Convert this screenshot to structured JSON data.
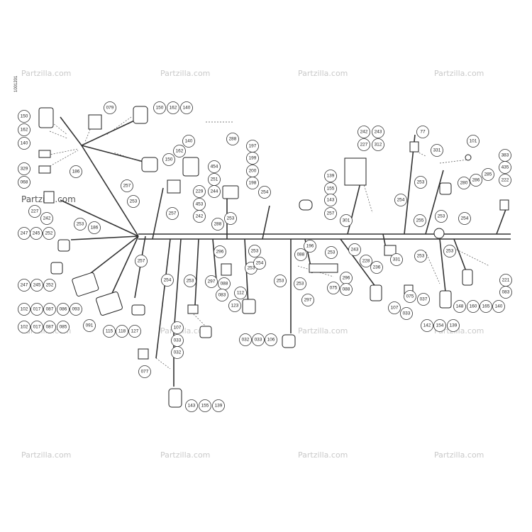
{
  "watermark": "Partzilla.com",
  "drawing_number": "1001201",
  "callouts": [
    {
      "id": "c1",
      "t": "150"
    },
    {
      "id": "c2",
      "t": "162"
    },
    {
      "id": "c3",
      "t": "140"
    },
    {
      "id": "c4",
      "t": "079"
    },
    {
      "id": "c5",
      "t": "150"
    },
    {
      "id": "c6",
      "t": "162"
    },
    {
      "id": "c7",
      "t": "140"
    },
    {
      "id": "c8",
      "t": "288"
    },
    {
      "id": "c9",
      "t": "242"
    },
    {
      "id": "c10",
      "t": "243"
    },
    {
      "id": "c11",
      "t": "227"
    },
    {
      "id": "c12",
      "t": "312"
    },
    {
      "id": "c13",
      "t": "77"
    },
    {
      "id": "c14",
      "t": "101"
    },
    {
      "id": "c15",
      "t": "331"
    },
    {
      "id": "c16",
      "t": "140"
    },
    {
      "id": "c17",
      "t": "162"
    },
    {
      "id": "c18",
      "t": "150"
    },
    {
      "id": "c19",
      "t": "329"
    },
    {
      "id": "c20",
      "t": "068"
    },
    {
      "id": "c21",
      "t": "186"
    },
    {
      "id": "c22",
      "t": "197"
    },
    {
      "id": "c23",
      "t": "199"
    },
    {
      "id": "c24",
      "t": "200"
    },
    {
      "id": "c25",
      "t": "198"
    },
    {
      "id": "c26",
      "t": "454"
    },
    {
      "id": "c27",
      "t": "251"
    },
    {
      "id": "c28",
      "t": "244"
    },
    {
      "id": "c29",
      "t": "139"
    },
    {
      "id": "c30",
      "t": "155"
    },
    {
      "id": "c31",
      "t": "143"
    },
    {
      "id": "c32",
      "t": "383"
    },
    {
      "id": "c33",
      "t": "435"
    },
    {
      "id": "c34",
      "t": "222"
    },
    {
      "id": "c35",
      "t": "285"
    },
    {
      "id": "c36",
      "t": "286"
    },
    {
      "id": "c37",
      "t": "280"
    },
    {
      "id": "c38",
      "t": "257"
    },
    {
      "id": "c39",
      "t": "253"
    },
    {
      "id": "c40",
      "t": "229"
    },
    {
      "id": "c41",
      "t": "453"
    },
    {
      "id": "c42",
      "t": "242"
    },
    {
      "id": "c43",
      "t": "254"
    },
    {
      "id": "c44",
      "t": "253"
    },
    {
      "id": "c45",
      "t": "254"
    },
    {
      "id": "c46",
      "t": "227"
    },
    {
      "id": "c47",
      "t": "242"
    },
    {
      "id": "c48",
      "t": "253"
    },
    {
      "id": "c49",
      "t": "257"
    },
    {
      "id": "c50",
      "t": "253"
    },
    {
      "id": "c51",
      "t": "288"
    },
    {
      "id": "c52",
      "t": "257"
    },
    {
      "id": "c53",
      "t": "301"
    },
    {
      "id": "c54",
      "t": "253"
    },
    {
      "id": "c55",
      "t": "255"
    },
    {
      "id": "c56",
      "t": "254"
    },
    {
      "id": "c57",
      "t": "247"
    },
    {
      "id": "c58",
      "t": "245"
    },
    {
      "id": "c59",
      "t": "252"
    },
    {
      "id": "c60",
      "t": "186"
    },
    {
      "id": "c61",
      "t": "296"
    },
    {
      "id": "c62",
      "t": "253"
    },
    {
      "id": "c63",
      "t": "253"
    },
    {
      "id": "c64",
      "t": "196"
    },
    {
      "id": "c65",
      "t": "088"
    },
    {
      "id": "c66",
      "t": "253"
    },
    {
      "id": "c67",
      "t": "243"
    },
    {
      "id": "c68",
      "t": "228"
    },
    {
      "id": "c69",
      "t": "236"
    },
    {
      "id": "c70",
      "t": "331"
    },
    {
      "id": "c71",
      "t": "253"
    },
    {
      "id": "c72",
      "t": "253"
    },
    {
      "id": "c73",
      "t": "257"
    },
    {
      "id": "c74",
      "t": "254"
    },
    {
      "id": "c75",
      "t": "253"
    },
    {
      "id": "c76",
      "t": "297"
    },
    {
      "id": "c77",
      "t": "088"
    },
    {
      "id": "c78",
      "t": "083"
    },
    {
      "id": "c79",
      "t": "112"
    },
    {
      "id": "c80",
      "t": "123"
    },
    {
      "id": "c81",
      "t": "253"
    },
    {
      "id": "c82",
      "t": "253"
    },
    {
      "id": "c83",
      "t": "296"
    },
    {
      "id": "c84",
      "t": "075"
    },
    {
      "id": "c85",
      "t": "088"
    },
    {
      "id": "c86",
      "t": "297"
    },
    {
      "id": "c87",
      "t": "247"
    },
    {
      "id": "c88",
      "t": "245"
    },
    {
      "id": "c89",
      "t": "252"
    },
    {
      "id": "c90",
      "t": "093"
    },
    {
      "id": "c91",
      "t": "102"
    },
    {
      "id": "c92",
      "t": "017"
    },
    {
      "id": "c93",
      "t": "087"
    },
    {
      "id": "c94",
      "t": "086"
    },
    {
      "id": "c95",
      "t": "102"
    },
    {
      "id": "c96",
      "t": "017"
    },
    {
      "id": "c97",
      "t": "087"
    },
    {
      "id": "c98",
      "t": "085"
    },
    {
      "id": "c99",
      "t": "091"
    },
    {
      "id": "c100",
      "t": "115"
    },
    {
      "id": "c101",
      "t": "118"
    },
    {
      "id": "c102",
      "t": "127"
    },
    {
      "id": "c103",
      "t": "254"
    },
    {
      "id": "c104",
      "t": "107"
    },
    {
      "id": "c105",
      "t": "033"
    },
    {
      "id": "c106",
      "t": "032"
    },
    {
      "id": "c107",
      "t": "077"
    },
    {
      "id": "c108",
      "t": "143"
    },
    {
      "id": "c109",
      "t": "155"
    },
    {
      "id": "c110",
      "t": "139"
    },
    {
      "id": "c111",
      "t": "032"
    },
    {
      "id": "c112",
      "t": "033"
    },
    {
      "id": "c113",
      "t": "106"
    },
    {
      "id": "c114",
      "t": "107"
    },
    {
      "id": "c115",
      "t": "033"
    },
    {
      "id": "c116",
      "t": "075"
    },
    {
      "id": "c117",
      "t": "037"
    },
    {
      "id": "c118",
      "t": "142"
    },
    {
      "id": "c119",
      "t": "154"
    },
    {
      "id": "c120",
      "t": "139"
    },
    {
      "id": "c121",
      "t": "148"
    },
    {
      "id": "c122",
      "t": "160"
    },
    {
      "id": "c123",
      "t": "165"
    },
    {
      "id": "c124",
      "t": "140"
    },
    {
      "id": "c125",
      "t": "221"
    },
    {
      "id": "c126",
      "t": "083"
    }
  ]
}
